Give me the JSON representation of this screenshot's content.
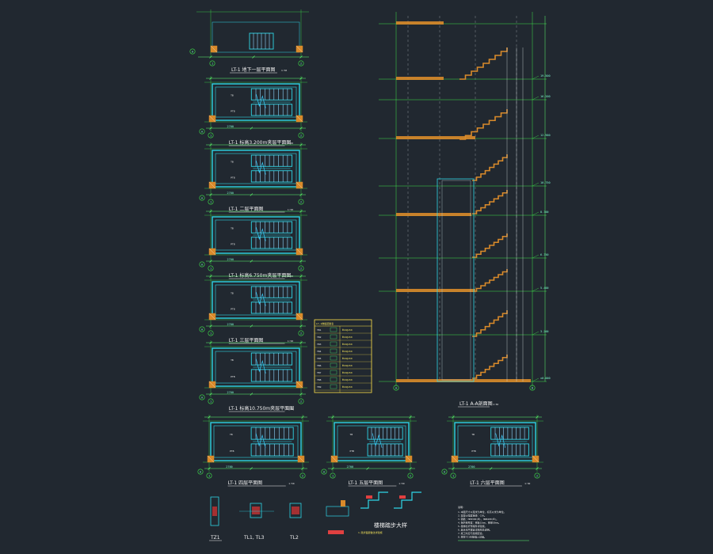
{
  "drawing": {
    "colors": {
      "background": "#212830",
      "axis": "#3fe24a",
      "wall": "#2fd5e5",
      "hatch": "#8fd8ff",
      "stair": "#d98a2a",
      "dimension": "#5fff6f",
      "text": "#f2f2f2",
      "tag": "#ffe34a"
    },
    "plans": [
      {
        "title": "LT-1 地下一层平面图",
        "scale": "1:50"
      },
      {
        "title": "LT-1 标高3.200m夹层平面图",
        "scale": "1:50"
      },
      {
        "title": "LT-1 二层平面图",
        "scale": "1:50"
      },
      {
        "title": "LT-1 标高6.750m夹层平面图",
        "scale": "1:50"
      },
      {
        "title": "LT-1 三层平面图",
        "scale": "1:50"
      },
      {
        "title": "LT-1 标高10.750m夹层平面图",
        "scale": "1:50"
      }
    ],
    "bottom_plans": [
      {
        "title": "LT-1 四层平面图",
        "scale": "1:50"
      },
      {
        "title": "LT-1 五层平面图",
        "scale": "1:50"
      },
      {
        "title": "LT-1 六层平面图",
        "scale": "1:50"
      }
    ],
    "section": {
      "title": "LT-1 A-A剖面图",
      "scale": "1:50"
    },
    "legend_table": {
      "title": "LT-1梯板配筋表",
      "rows": [
        {
          "name": "TB1",
          "note": "Φ10@150"
        },
        {
          "name": "TB2",
          "note": "Φ10@150"
        },
        {
          "name": "TB3",
          "note": "Φ10@150"
        },
        {
          "name": "TB4",
          "note": "Φ10@150"
        },
        {
          "name": "TB5",
          "note": "Φ10@150"
        },
        {
          "name": "TB6",
          "note": "Φ10@150"
        },
        {
          "name": "TB7",
          "note": "Φ10@150"
        },
        {
          "name": "TB8",
          "note": "Φ10@150"
        },
        {
          "name": "TB9",
          "note": "Φ10@150"
        }
      ]
    },
    "details": [
      {
        "title": "TZ1"
      },
      {
        "title": "TL1, TL3"
      },
      {
        "title": "TL2"
      }
    ],
    "step_detail": {
      "title": "楼梯踏步大样",
      "subtitle": "1.踏步面层做法详建施"
    },
    "general_notes": {
      "title": "说明:",
      "lines": [
        "1.本图尺寸以毫米为单位，标高以米为单位。",
        "2.混凝土强度等级：C30。",
        "3.钢筋：HPB300(Φ)，HRB400(Φ)。",
        "4.保护层厚度：梯板15mm，梯梁20mm。",
        "5.楼梯栏杆预埋件详建施。",
        "6.其余未尽事宜详结构总说明。",
        "7.施工时应与建施配合。",
        "8.梯柱TZ1纵筋锚入基础。"
      ]
    },
    "axes": {
      "x": [
        "A",
        "B"
      ],
      "y": [
        "1",
        "2"
      ]
    },
    "dim_sample": "2700",
    "elevations": [
      "±0.000",
      "3.200",
      "5.400",
      "6.750",
      "8.700",
      "10.750",
      "12.900",
      "16.200",
      "19.500"
    ]
  }
}
